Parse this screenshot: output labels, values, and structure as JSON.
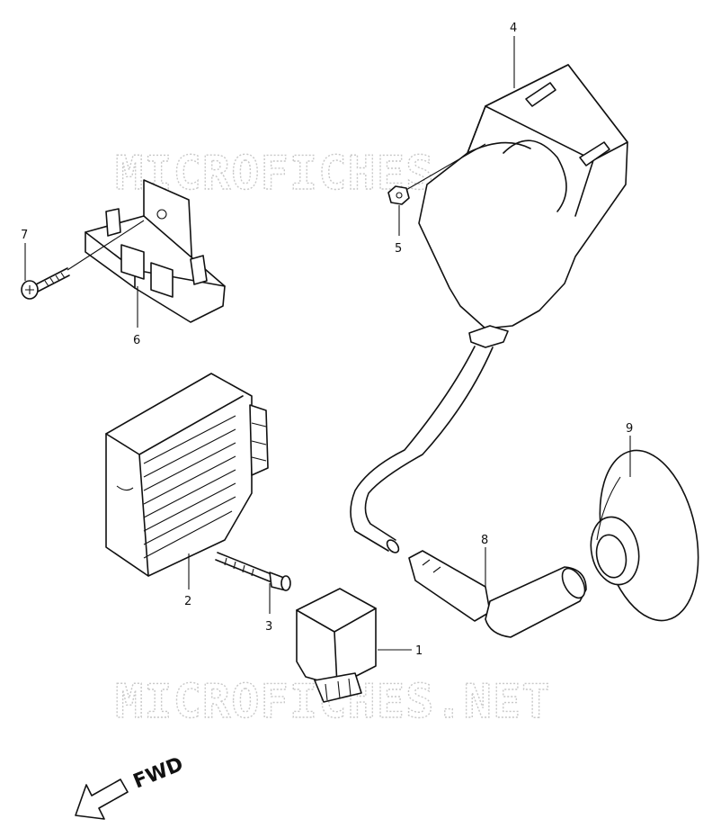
{
  "watermark": "MICROFICHES.NET",
  "callouts": {
    "p1": "1",
    "p2": "2",
    "p3": "3",
    "p4": "4",
    "p5": "5",
    "p6": "6",
    "p7": "7",
    "p8": "8",
    "p9": "9"
  },
  "direction_label": "FWD",
  "colors": {
    "line": "#111111",
    "watermark": "#c8c8c8",
    "background": "#ffffff"
  }
}
